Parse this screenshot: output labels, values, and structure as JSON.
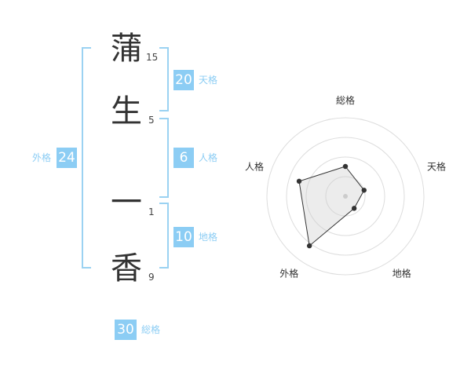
{
  "name": {
    "chars": [
      "蒲",
      "生",
      "一",
      "香"
    ],
    "strokes": [
      "15",
      "5",
      "1",
      "9"
    ]
  },
  "fortunes": {
    "tenkaku": {
      "value": "20",
      "label": "天格"
    },
    "jinkaku": {
      "value": "6",
      "label": "人格"
    },
    "chikaku": {
      "value": "10",
      "label": "地格"
    },
    "gaikaku": {
      "value": "24",
      "label": "外格"
    },
    "soukaku": {
      "value": "30",
      "label": "総格"
    }
  },
  "colors": {
    "accent": "#8ccdf4",
    "bracket": "#9bd2f2",
    "text": "#333333"
  },
  "chart_data": {
    "type": "radar",
    "axes": [
      "総格",
      "天格",
      "地格",
      "外格",
      "人格"
    ],
    "values": [
      0.38,
      0.25,
      0.19,
      0.78,
      0.62
    ],
    "rings": 4
  }
}
